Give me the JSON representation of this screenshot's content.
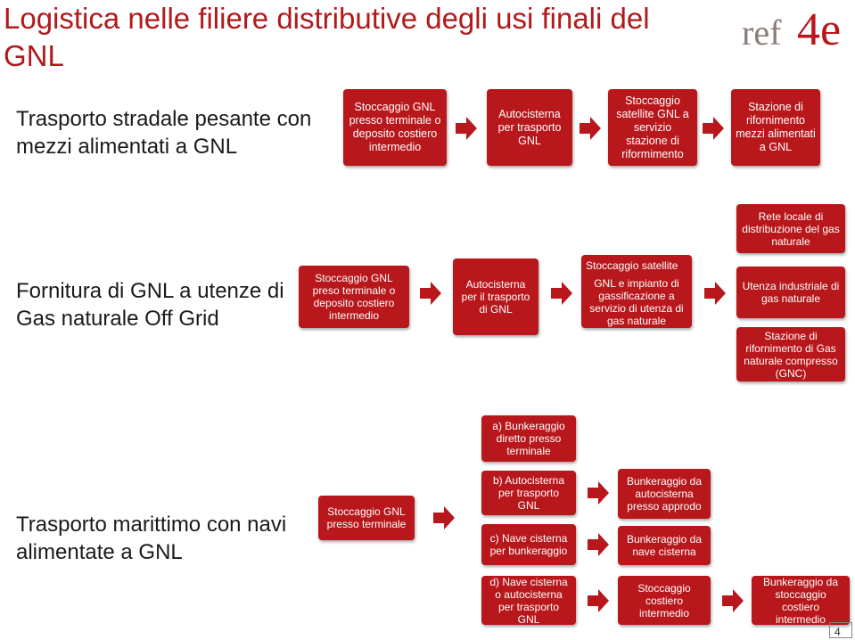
{
  "title": "Logistica nelle filiere distributive degli usi finali del GNL",
  "logo": {
    "text_left": "ref",
    "text_right": "4e"
  },
  "rows": {
    "road": {
      "label": "Trasporto stradale pesante con mezzi alimentati a GNL",
      "boxes": [
        "Stoccaggio GNL presso terminale o deposito costiero intermedio",
        "Autocisterna per trasporto GNL",
        "Stoccaggio satellite GNL a servizio stazione di riformimento",
        "Stazione di rifornimento mezzi alimentati a GNL"
      ]
    },
    "offgrid": {
      "label": "Fornitura di GNL a utenze di Gas naturale Off Grid",
      "boxes": [
        "Stoccaggio  GNL preso terminale o deposito costiero intermedio",
        "Autocisterna per il trasporto di GNL",
        "Stoccaggio satellite",
        "GNL e impianto di gassificazione a servizio di utenza  di gas naturale",
        "Rete locale di distribuzione del gas naturale",
        "Utenza industriale di gas naturale",
        "Stazione di rifornimento di Gas naturale compresso (GNC)"
      ]
    },
    "marine": {
      "label": "Trasporto marittimo con navi alimentate a GNL",
      "boxes": [
        "Stoccaggio GNL presso terminale",
        "a) Bunkeraggio diretto presso terminale",
        "b) Autocisterna per trasporto GNL",
        "c) Nave cisterna per bunkeraggio",
        "d) Nave cisterna o autocisterna per trasporto GNL",
        "Bunkeraggio da autocisterna presso approdo",
        "Bunkeraggio da nave cisterna",
        "Stoccaggio costiero intermedio",
        "Bunkeraggio da stoccaggio costiero intermedio"
      ]
    }
  },
  "page_number": "4",
  "colors": {
    "accent": "#b8171b",
    "title": "#b01a1a"
  },
  "icons": [
    "arrow-right-icon"
  ]
}
